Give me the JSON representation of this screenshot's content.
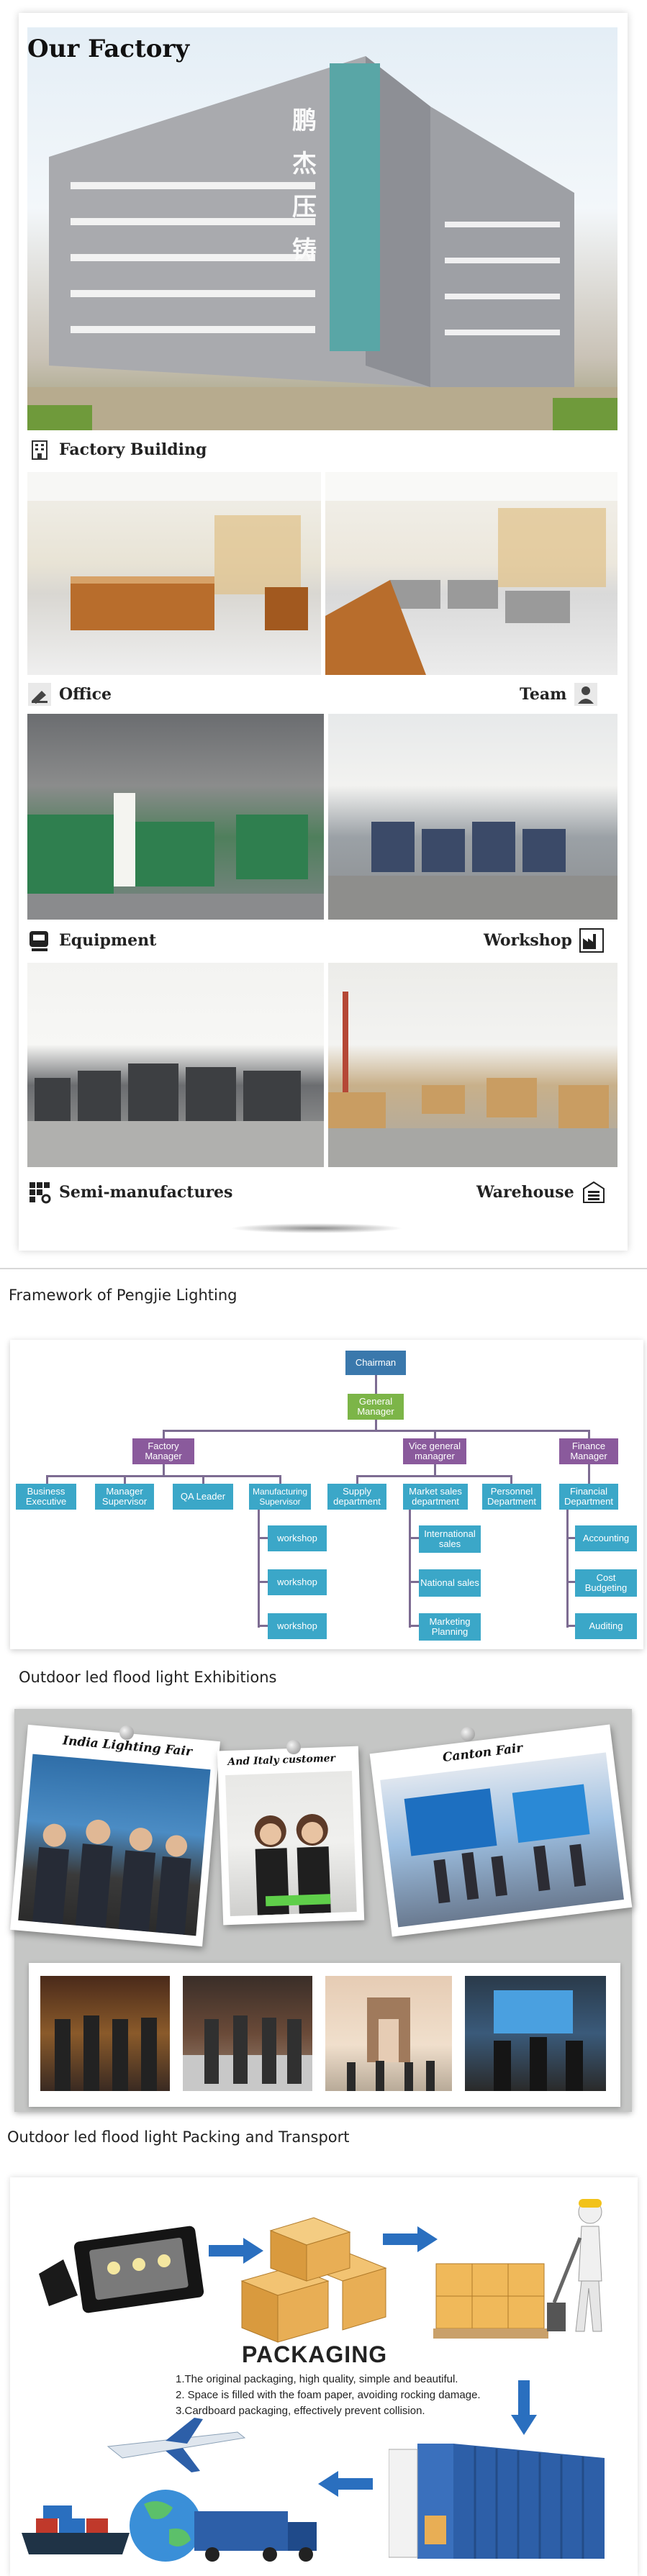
{
  "factory": {
    "title": "Our Factory",
    "building_chars": "鹏杰压铸",
    "captions": {
      "building": "Factory Building",
      "office": "Office",
      "team": "Team",
      "equipment": "Equipment",
      "workshop": "Workshop",
      "semi": "Semi-manufactures",
      "warehouse": "Warehouse"
    }
  },
  "framework": {
    "title": "Framework of Pengjie Lighting",
    "chairman": "Chairman",
    "general_manager": "General Manager",
    "factory_manager": "Factory Manager",
    "vice_manager": "Vice general managrer",
    "finance_manager": "Finance Manager",
    "business_executive": "Business Executive",
    "manager_supervisor": "Manager Supervisor",
    "qa_leader": "QA Leader",
    "manufacturing_supervisor": "Manufacturing Supervisor",
    "supply_department": "Supply department",
    "market_sales": "Market sales department",
    "personnel_department": "Personnel Department",
    "financial_department": "Financial Department",
    "workshop1": "workshop",
    "workshop2": "workshop",
    "workshop3": "workshop",
    "international_sales": "International sales",
    "national_sales": "National sales",
    "marketing_planning": "Marketing Planning",
    "accounting": "Accounting",
    "cost_budgeting": "Cost Budgeting",
    "auditing": "Auditing"
  },
  "exhibitions": {
    "title": "Outdoor led flood light Exhibitions",
    "labels": {
      "india": "India Lighting Fair",
      "italy": "And Italy customer",
      "canton": "Canton Fair"
    }
  },
  "packing": {
    "title": "Outdoor led flood light Packing and Transport",
    "heading": "PACKAGING",
    "lines": [
      "1.The original packaging, high quality, simple and beautiful.",
      "2. Space is filled with the foam paper,  avoiding rocking damage.",
      "3.Cardboard packaging, effectively prevent collision."
    ]
  }
}
